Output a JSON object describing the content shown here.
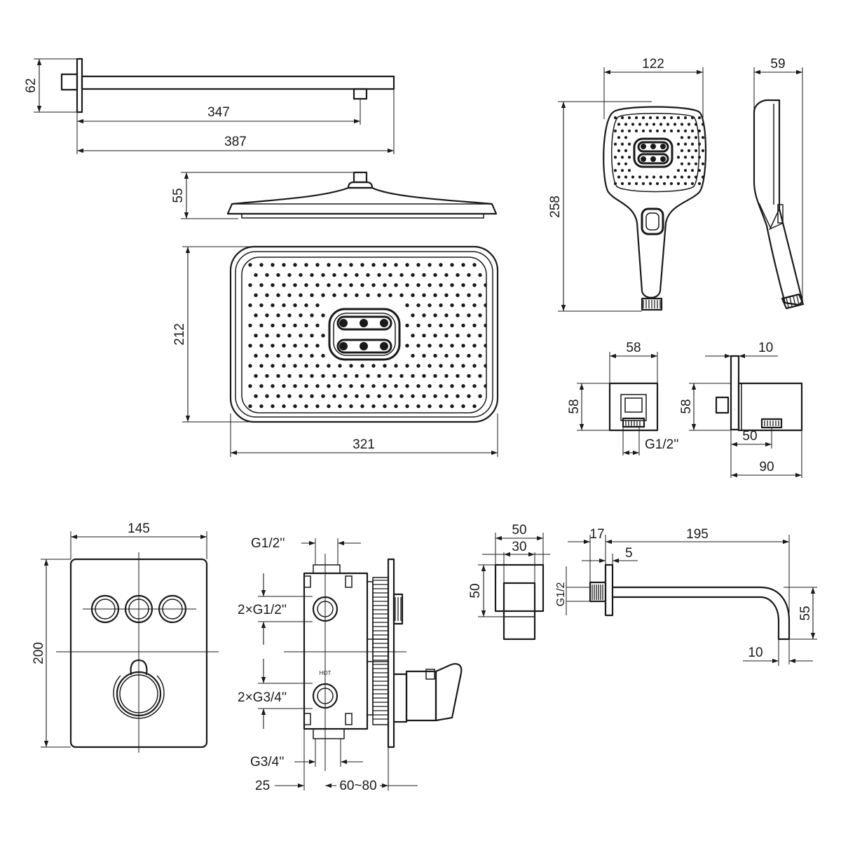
{
  "colors": {
    "line": "#1a1a1a",
    "background": "#ffffff"
  },
  "shower_arm": {
    "height_label": "62",
    "length_label": "347",
    "total_label": "387"
  },
  "overhead_side": {
    "height_label": "55"
  },
  "overhead_front": {
    "height_label": "212",
    "width_label": "321"
  },
  "hand_shower": {
    "width_label": "122",
    "height_label": "258",
    "depth_label": "59"
  },
  "wall_outlet": {
    "width_label": "58",
    "height_label": "58",
    "thread_label": "G1/2''",
    "flange_label": "10",
    "side_height_label": "58",
    "offset_label": "50",
    "depth_label": "90"
  },
  "control_plate": {
    "width_label": "145",
    "height_label": "200"
  },
  "concealed_body": {
    "top_thread_label": "G1/2''",
    "outlet_label": "2×G1/2''",
    "inlet_label": "2×G3/4''",
    "hot_label": "HOT",
    "bottom_thread_label": "G3/4''",
    "min_label": "25",
    "depth_label": "60~80"
  },
  "spout_block": {
    "outer_label": "50",
    "inner_label": "30",
    "height_label": "50"
  },
  "spout": {
    "flange_label": "17",
    "length_label": "195",
    "gap_label": "5",
    "thread_label": "G1/2",
    "drop_label": "55",
    "outlet_label": "10"
  }
}
